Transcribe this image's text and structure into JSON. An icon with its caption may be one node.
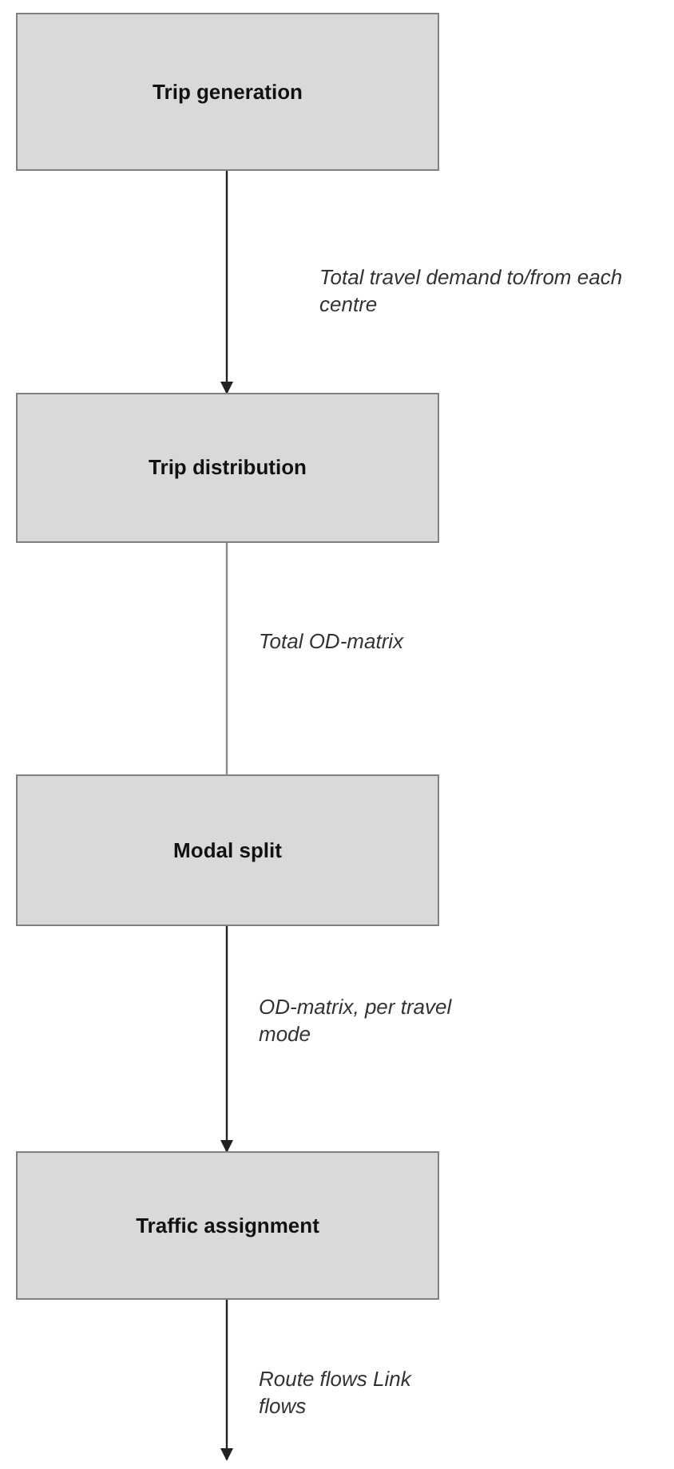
{
  "diagram": {
    "nodes": [
      {
        "text": [
          "Trip generation"
        ]
      },
      {
        "text": [
          "Trip distribution"
        ]
      },
      {
        "text": [
          "Modal split"
        ]
      },
      {
        "text": [
          "Traffic assignment"
        ]
      }
    ],
    "edges": [
      {
        "from": 0,
        "to": 1,
        "arrow": "to",
        "label": "Total travel demand to/from each centre"
      },
      {
        "from": 1,
        "to": 2,
        "arrow": "none",
        "label": "Total OD-matrix",
        "color": "#8c8c8c"
      },
      {
        "from": 2,
        "to": 3,
        "arrow": "to",
        "label": "OD-matrix, per travel mode"
      },
      {
        "from": 3,
        "to": null,
        "arrow": "to",
        "label": "Route flows Link flows"
      }
    ]
  }
}
